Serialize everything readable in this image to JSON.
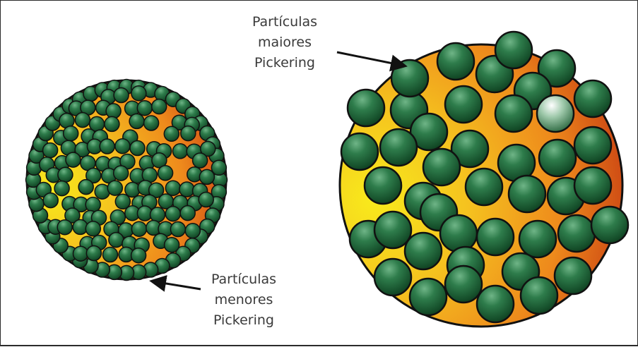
{
  "labels": {
    "large_particles": [
      "Partículas",
      "maiores",
      "Pickering"
    ],
    "small_particles": [
      "Partículas",
      "menores",
      "Pickering"
    ]
  },
  "colors": {
    "droplet_light": "#f6e21a",
    "droplet_mid": "#f2a51c",
    "droplet_dark": "#c63a12",
    "particle_light": "#5fa877",
    "particle_mid": "#1f6b3c",
    "particle_dark": "#0d3a1e",
    "outline": "#111111",
    "arrow": "#111111",
    "text": "#3a3a3a"
  }
}
